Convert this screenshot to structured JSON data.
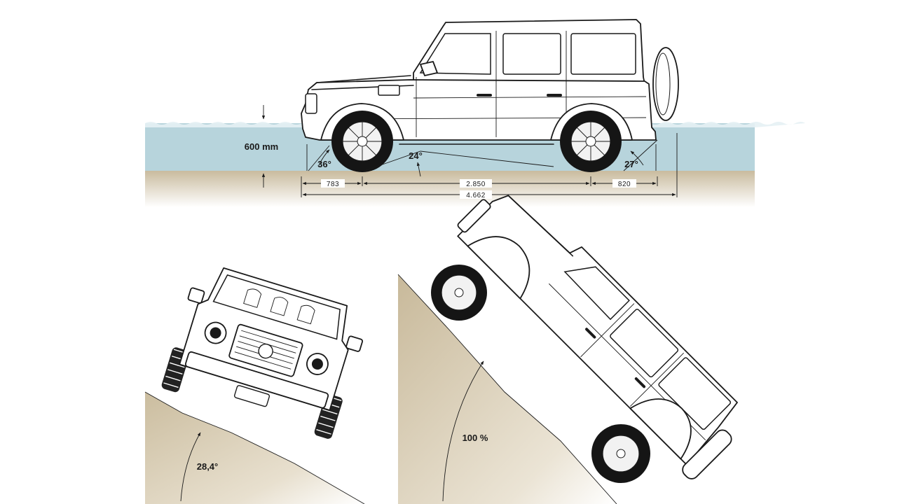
{
  "labels": {
    "wading_depth": "600 mm",
    "approach_angle": "36°",
    "breakover_angle": "24°",
    "departure_angle": "27°",
    "front_overhang": "783",
    "wheelbase": "2.850",
    "rear_overhang": "820",
    "overall_length": "4.662",
    "side_tilt_angle": "28,4°",
    "climbing_gradient": "100 %"
  },
  "colors": {
    "water": "#b7d4dc",
    "water_surface": "#e6f1f4",
    "ground": "#c9bb9e",
    "line": "#1a1a1a"
  }
}
